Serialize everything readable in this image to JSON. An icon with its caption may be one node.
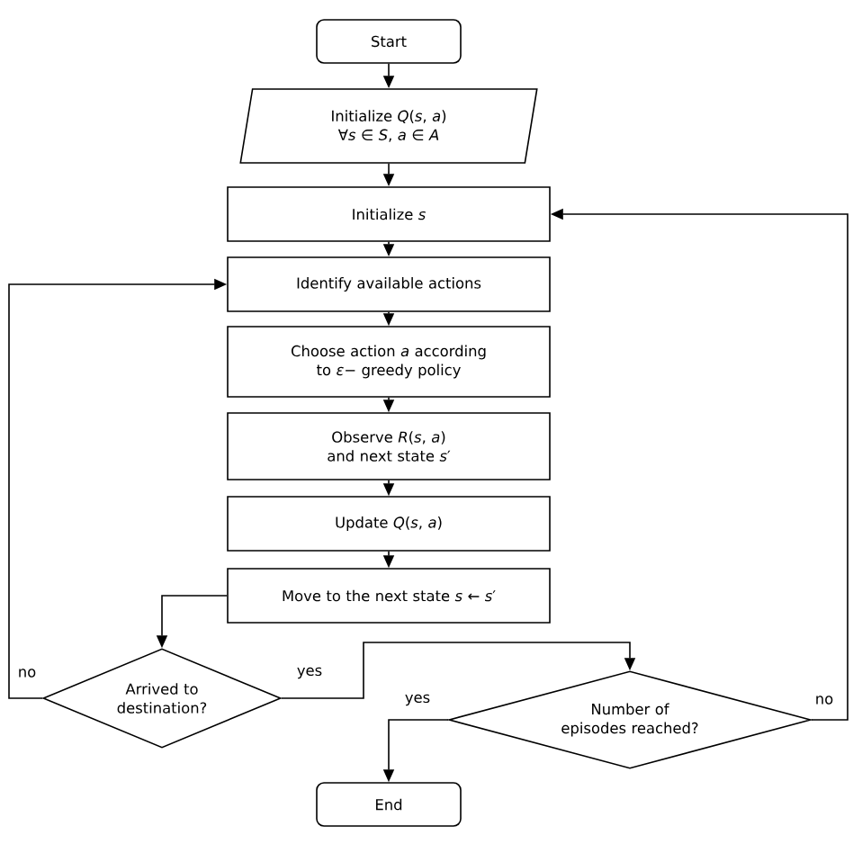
{
  "diagram": {
    "nodes": [
      {
        "text": [
          "Start"
        ]
      },
      {
        "text": [
          "Initialize *Q*(*s*, *a*) ∀*s* ∈ *S*, *a* ∈ *A*"
        ]
      },
      {
        "text": [
          "Initialize *s*"
        ]
      },
      {
        "text": [
          "Identify available actions"
        ]
      },
      {
        "text": [
          "Choose action *a* according to *ε*− greedy policy"
        ]
      },
      {
        "text": [
          "Observe *R*(*s*, *a*) and next state *s*′"
        ]
      },
      {
        "text": [
          "Update *Q*(*s*, *a*)"
        ]
      },
      {
        "text": [
          "Move to the next state *s* ← *s*′"
        ]
      },
      {
        "text": [
          "Arrived to destination?"
        ]
      },
      {
        "text": [
          "Number of episodes reached?"
        ]
      },
      {
        "text": [
          "End"
        ]
      }
    ],
    "edges": [
      {
        "from": 0,
        "to": 1,
        "arrow": "to"
      },
      {
        "from": 1,
        "to": 2,
        "arrow": "to"
      },
      {
        "from": 2,
        "to": 3,
        "arrow": "to"
      },
      {
        "from": 3,
        "to": 4,
        "arrow": "to"
      },
      {
        "from": 4,
        "to": 5,
        "arrow": "to"
      },
      {
        "from": 5,
        "to": 6,
        "arrow": "to"
      },
      {
        "from": 6,
        "to": 7,
        "arrow": "to"
      },
      {
        "from": 7,
        "to": 8,
        "arrow": "to"
      },
      {
        "from": 8,
        "to": 3,
        "arrow": "to",
        "label": "no"
      },
      {
        "from": 8,
        "to": 9,
        "arrow": "to",
        "label": "yes"
      },
      {
        "from": 9,
        "to": 10,
        "arrow": "to",
        "label": "yes"
      },
      {
        "from": 9,
        "to": 2,
        "arrow": "to",
        "label": "no"
      }
    ]
  }
}
